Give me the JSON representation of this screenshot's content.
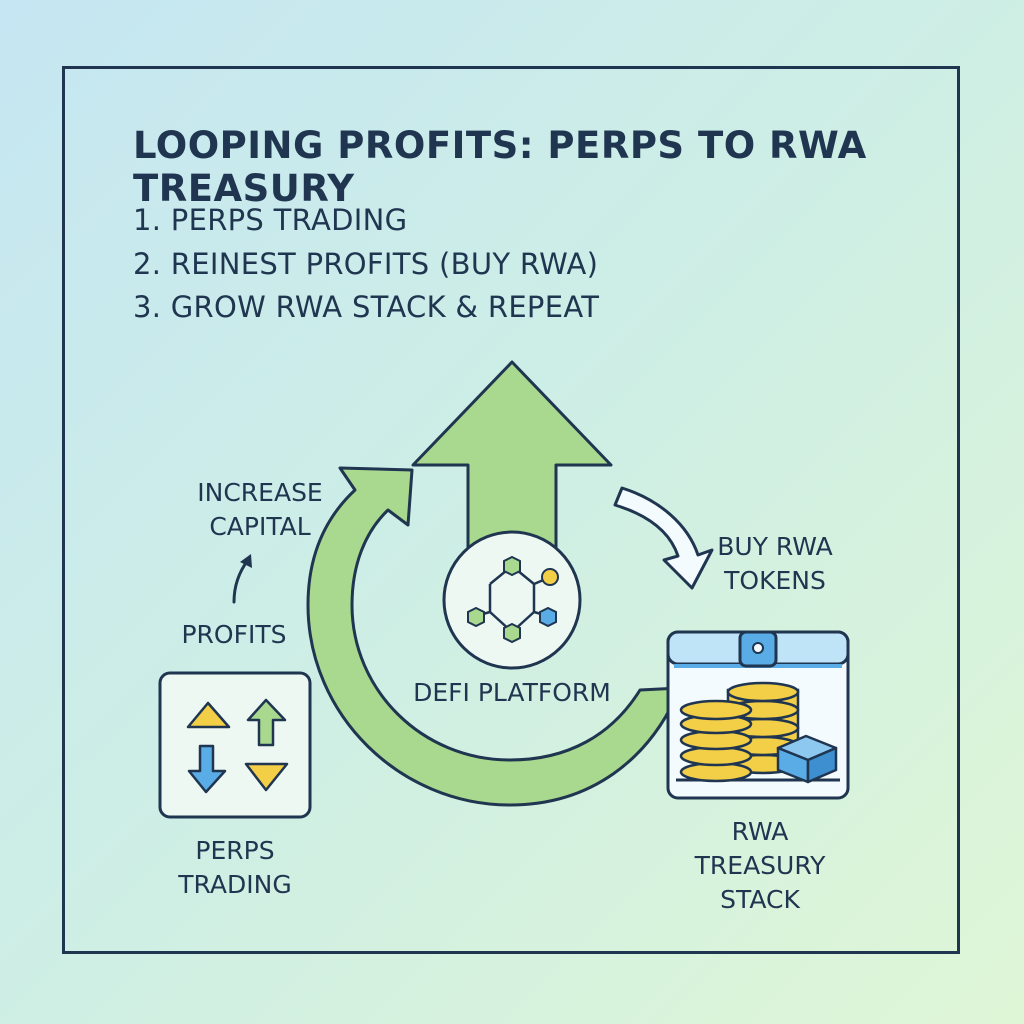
{
  "title": "LOOPING PROFITS: PERPS TO RWA TREASURY",
  "steps": [
    "1. PERPS TRADING",
    "2. REINEST PROFITS (BUY RWA)",
    "3. GROW RWA STACK & REPEAT"
  ],
  "labels": {
    "increase_capital": [
      "INCREASE",
      "CAPITAL"
    ],
    "profits": "PROFITS",
    "perps_trading": [
      "PERPS",
      "TRADING"
    ],
    "defi_platform": "DEFI PLATFORM",
    "buy_rwa_tokens": [
      "BUY RWA",
      "TOKENS"
    ],
    "rwa_treasury_stack": [
      "RWA",
      "TREASURY",
      "STACK"
    ]
  },
  "icons": {
    "loop_arrow": "circular-arrow-icon",
    "up_arrow": "big-up-arrow-icon",
    "buy_arrow": "curved-down-arrow-icon",
    "small_arrow": "small-curved-arrow-icon",
    "trading": "trading-arrows-icon",
    "platform": "hexagon-network-icon",
    "treasury": "treasury-vault-icon"
  },
  "colors": {
    "outline": "#1f3550",
    "green": "#a8d98e",
    "yellow": "#f3cf47",
    "blue": "#5aace6",
    "white_arrow": "#f4fbff"
  }
}
